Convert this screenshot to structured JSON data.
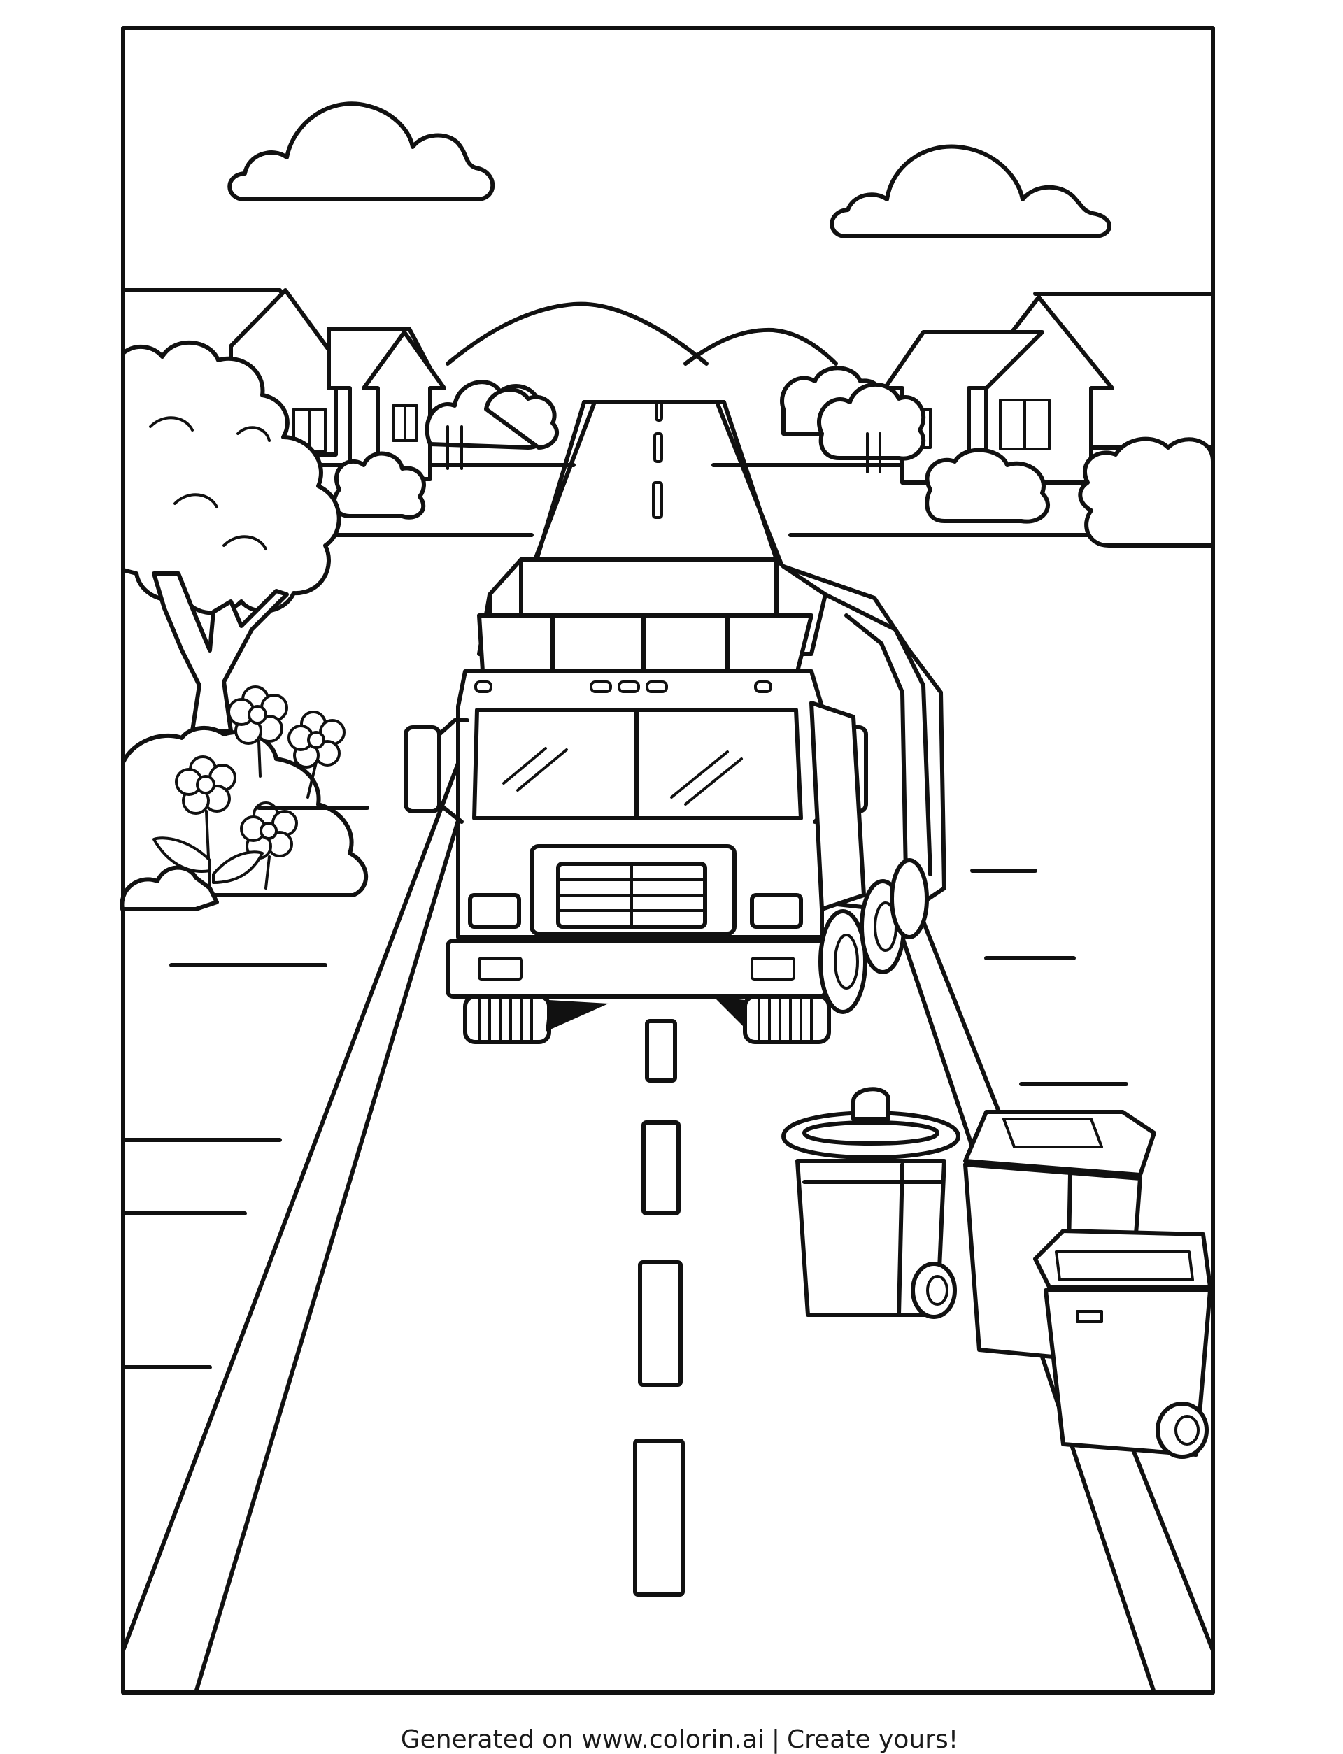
{
  "footer": {
    "generated_text": "Generated on www.colorin.ai",
    "separator": "|",
    "cta_text": "Create yours!"
  },
  "colors": {
    "ink": "#111111",
    "paper": "#ffffff"
  },
  "scene_elements": [
    "cloud-left",
    "cloud-right",
    "hills",
    "houses",
    "tree",
    "flowers",
    "bushes",
    "road",
    "garbage-truck",
    "trash-cans"
  ]
}
